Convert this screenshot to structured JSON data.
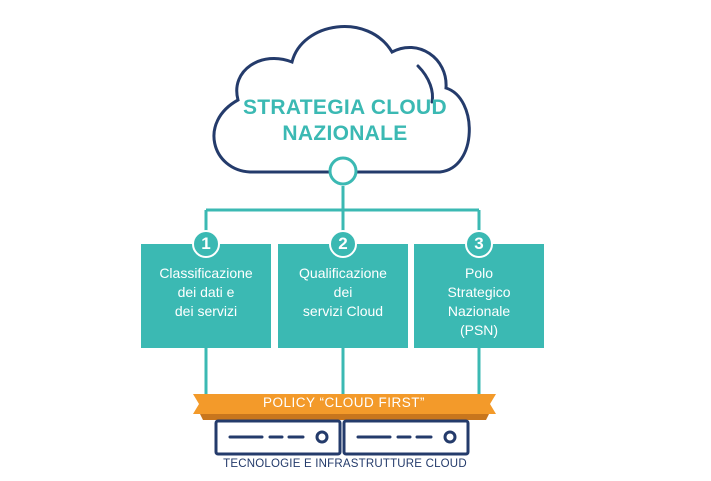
{
  "cloud": {
    "title_line1": "STRATEGIA CLOUD",
    "title_line2": "NAZIONALE"
  },
  "pillars": [
    {
      "number": "1",
      "lines": [
        "Classificazione",
        "dei dati e",
        "dei servizi"
      ]
    },
    {
      "number": "2",
      "lines": [
        "Qualificazione",
        "dei",
        "servizi Cloud"
      ]
    },
    {
      "number": "3",
      "lines": [
        "Polo",
        "Strategico",
        "Nazionale",
        "(PSN)"
      ]
    }
  ],
  "policy": {
    "label": "POLICY “CLOUD FIRST”"
  },
  "footer": {
    "label": "TECNOLOGIE E INFRASTRUTTURE CLOUD"
  },
  "colors": {
    "teal": "#3bb9b3",
    "navy": "#243b6b",
    "orange": "#f39a2a"
  },
  "icons": [
    "cloud-icon",
    "server-icon",
    "server-icon"
  ]
}
